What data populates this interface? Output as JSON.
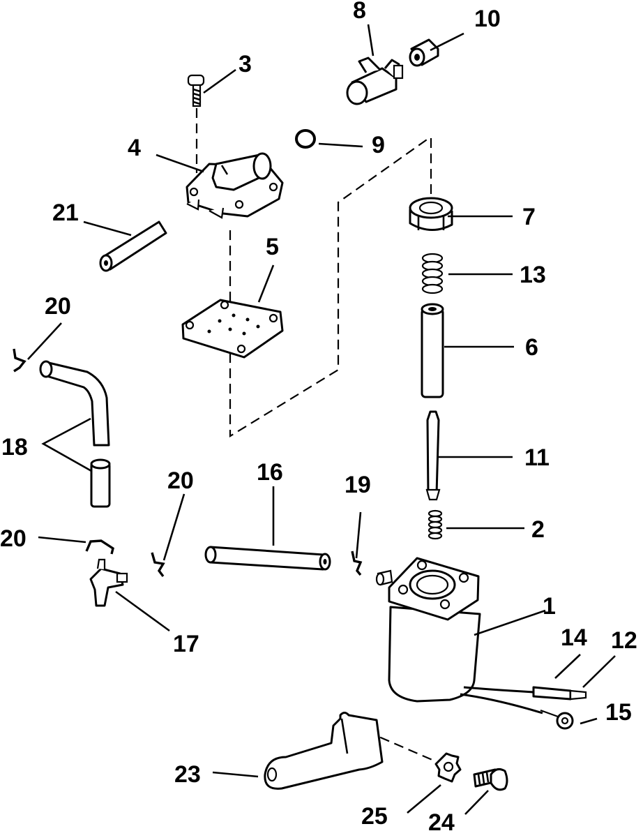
{
  "callouts": [
    {
      "id": "c1",
      "label": "1",
      "part": "pump-body"
    },
    {
      "id": "c2",
      "label": "2",
      "part": "spring-small"
    },
    {
      "id": "c3",
      "label": "3",
      "part": "screw"
    },
    {
      "id": "c4",
      "label": "4",
      "part": "pump-cover"
    },
    {
      "id": "c5",
      "label": "5",
      "part": "gasket-plate"
    },
    {
      "id": "c6",
      "label": "6",
      "part": "plunger"
    },
    {
      "id": "c7",
      "label": "7",
      "part": "nut-collar"
    },
    {
      "id": "c8",
      "label": "8",
      "part": "check-valve"
    },
    {
      "id": "c9",
      "label": "9",
      "part": "o-ring"
    },
    {
      "id": "c10",
      "label": "10",
      "part": "cap"
    },
    {
      "id": "c11",
      "label": "11",
      "part": "pin-rod"
    },
    {
      "id": "c12",
      "label": "12",
      "part": "wire-connector"
    },
    {
      "id": "c13",
      "label": "13",
      "part": "spring-upper"
    },
    {
      "id": "c14",
      "label": "14",
      "part": "wire-lead"
    },
    {
      "id": "c15",
      "label": "15",
      "part": "ground-wire"
    },
    {
      "id": "c16",
      "label": "16",
      "part": "hose-long"
    },
    {
      "id": "c17",
      "label": "17",
      "part": "tee-fitting"
    },
    {
      "id": "c18",
      "label": "18",
      "part": "hose-elbow"
    },
    {
      "id": "c19",
      "label": "19",
      "part": "clip"
    },
    {
      "id": "c20a",
      "label": "20",
      "part": "clip"
    },
    {
      "id": "c20b",
      "label": "20",
      "part": "clip"
    },
    {
      "id": "c20c",
      "label": "20",
      "part": "clip"
    },
    {
      "id": "c21",
      "label": "21",
      "part": "hose-short"
    },
    {
      "id": "c23",
      "label": "23",
      "part": "mounting-bracket"
    },
    {
      "id": "c24",
      "label": "24",
      "part": "bolt"
    },
    {
      "id": "c25",
      "label": "25",
      "part": "lock-washer"
    }
  ]
}
